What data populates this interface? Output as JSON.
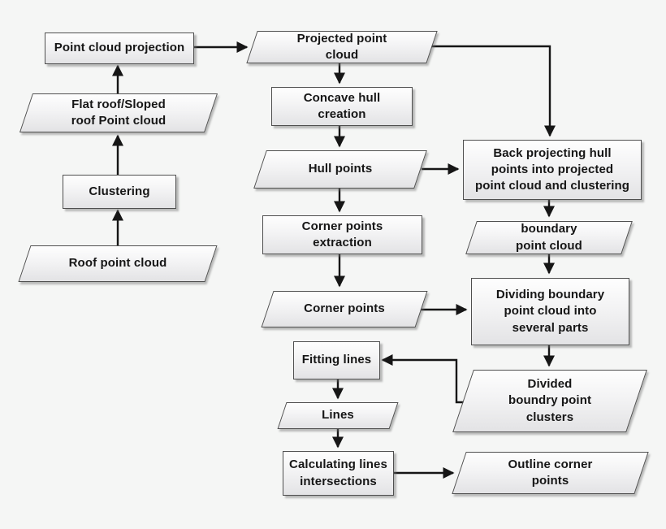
{
  "diagram": {
    "type": "flowchart",
    "background_color": "#f5f6f5",
    "shape_border_color": "#4f4f4f",
    "shape_fill_top": "#fefefe",
    "shape_fill_bottom": "#e3e3e5",
    "arrow_color": "#161616",
    "text_color": "#161616",
    "nodes": {
      "point_cloud_projection": {
        "label": "Point cloud projection",
        "shape": "process"
      },
      "flat_sloped_roof": {
        "label": "Flat roof/Sloped\nroof Point cloud",
        "shape": "data"
      },
      "clustering": {
        "label": "Clustering",
        "shape": "process"
      },
      "roof_point_cloud": {
        "label": "Roof point cloud",
        "shape": "data"
      },
      "projected_point_cloud": {
        "label": "Projected point\ncloud",
        "shape": "data"
      },
      "concave_hull_creation": {
        "label": "Concave hull\ncreation",
        "shape": "process"
      },
      "hull_points": {
        "label": "Hull points",
        "shape": "data"
      },
      "corner_points_extraction": {
        "label": "Corner points\nextraction",
        "shape": "process"
      },
      "corner_points": {
        "label": "Corner points",
        "shape": "data"
      },
      "fitting_lines": {
        "label": "Fitting lines",
        "shape": "process"
      },
      "lines": {
        "label": "Lines",
        "shape": "data"
      },
      "calculating_intersections": {
        "label": "Calculating lines\nintersections",
        "shape": "process"
      },
      "back_projecting": {
        "label": "Back projecting hull\npoints into projected\npoint cloud and clustering",
        "shape": "process"
      },
      "boundary_point_cloud": {
        "label": "boundary\npoint cloud",
        "shape": "data"
      },
      "dividing_boundary": {
        "label": "Dividing boundary\npoint cloud into\nseveral parts",
        "shape": "process"
      },
      "divided_boundry_clusters": {
        "label": "Divided\nboundry point\nclusters",
        "shape": "data"
      },
      "outline_corner_points": {
        "label": "Outline corner\npoints",
        "shape": "data"
      }
    },
    "edges": [
      {
        "from": "roof_point_cloud",
        "to": "clustering"
      },
      {
        "from": "clustering",
        "to": "flat_sloped_roof"
      },
      {
        "from": "flat_sloped_roof",
        "to": "point_cloud_projection"
      },
      {
        "from": "point_cloud_projection",
        "to": "projected_point_cloud"
      },
      {
        "from": "projected_point_cloud",
        "to": "concave_hull_creation"
      },
      {
        "from": "projected_point_cloud",
        "to": "back_projecting"
      },
      {
        "from": "concave_hull_creation",
        "to": "hull_points"
      },
      {
        "from": "hull_points",
        "to": "corner_points_extraction"
      },
      {
        "from": "hull_points",
        "to": "back_projecting"
      },
      {
        "from": "corner_points_extraction",
        "to": "corner_points"
      },
      {
        "from": "corner_points",
        "to": "dividing_boundary"
      },
      {
        "from": "back_projecting",
        "to": "boundary_point_cloud"
      },
      {
        "from": "boundary_point_cloud",
        "to": "dividing_boundary"
      },
      {
        "from": "dividing_boundary",
        "to": "divided_boundry_clusters"
      },
      {
        "from": "divided_boundry_clusters",
        "to": "fitting_lines"
      },
      {
        "from": "fitting_lines",
        "to": "lines"
      },
      {
        "from": "lines",
        "to": "calculating_intersections"
      },
      {
        "from": "calculating_intersections",
        "to": "outline_corner_points"
      }
    ]
  }
}
